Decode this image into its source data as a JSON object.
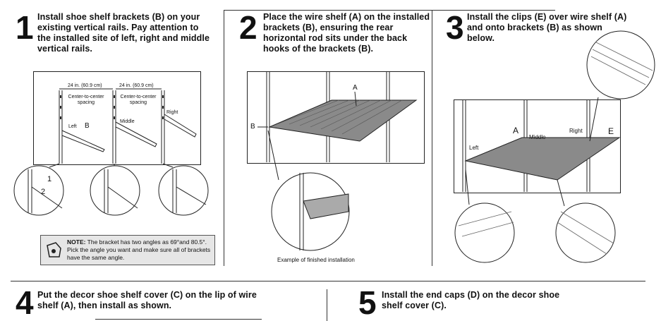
{
  "steps": [
    {
      "number": "1",
      "text": "Install shoe shelf brackets (B) on your existing vertical rails. Pay attention to the installed site of left, right and middle vertical rails."
    },
    {
      "number": "2",
      "text": "Place the wire shelf (A) on the installed brackets (B), ensuring the rear horizontal rod sits under the back hooks of the brackets (B)."
    },
    {
      "number": "3",
      "text": "Install the clips (E) over wire shelf (A) and onto brackets (B) as shown below."
    },
    {
      "number": "4",
      "text": "Put the decor shoe shelf cover (C) on the lip of wire shelf (A), then install as shown."
    },
    {
      "number": "5",
      "text": "Install the end caps (D) on the decor shoe shelf cover (C)."
    }
  ],
  "fig1": {
    "dim_left": "24 in. (60.9 cm)",
    "dim_right": "24 in. (60.9 cm)",
    "spacing_left": "Center-to-center spacing",
    "spacing_right": "Center-to-center spacing",
    "label_left": "Left",
    "label_middle": "Middle",
    "label_right": "Right",
    "label_b": "B",
    "callout_1": "1",
    "callout_2": "2"
  },
  "note": {
    "title": "NOTE:",
    "body": "The bracket has two angles as 69°and 80.5°. Pick the angle you want and make sure all of brackets have the same angle."
  },
  "fig2": {
    "label_a": "A",
    "label_b": "B",
    "caption": "Example of finished installation"
  },
  "fig3": {
    "label_a": "A",
    "label_e": "E",
    "label_left": "Left",
    "label_middle": "Middle",
    "label_right": "Right"
  }
}
